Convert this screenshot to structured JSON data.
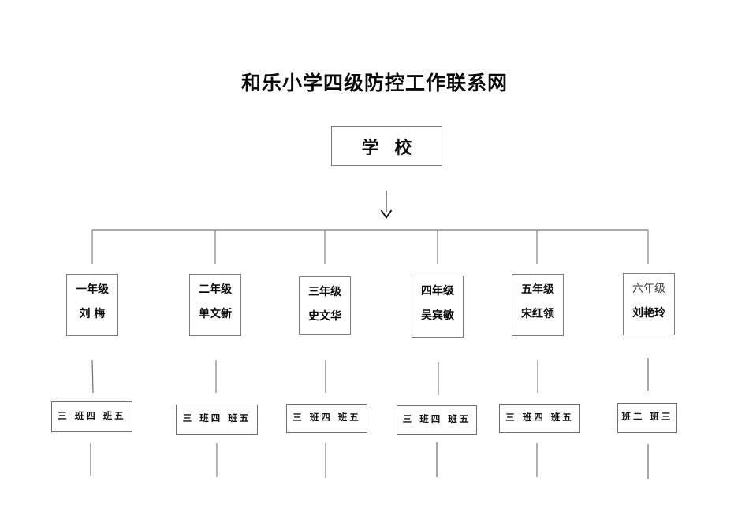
{
  "doc": {
    "title": "和乐小学四级防控工作联系网"
  },
  "root": {
    "label": "学 校"
  },
  "grades": [
    {
      "grade": "一年级",
      "teacher": "刘 梅",
      "classes": "三 班四 班五"
    },
    {
      "grade": "二年级",
      "teacher": "单文新",
      "classes": "三 班四 班五"
    },
    {
      "grade": "三年级",
      "teacher": "史文华",
      "classes": "三 班四 班五"
    },
    {
      "grade": "四年级",
      "teacher": "吴宾敏",
      "classes": "三 班四 班五"
    },
    {
      "grade": "五年级",
      "teacher": "宋红领",
      "classes": "三 班四 班五"
    },
    {
      "grade": "六年级",
      "teacher": "刘艳玲",
      "classes": "班二 班三"
    }
  ],
  "colors": {
    "connector_line": "#8f8f8f",
    "box_border": "#7d7d7d",
    "arrow": "#111111",
    "text": "#0a0a0a"
  }
}
